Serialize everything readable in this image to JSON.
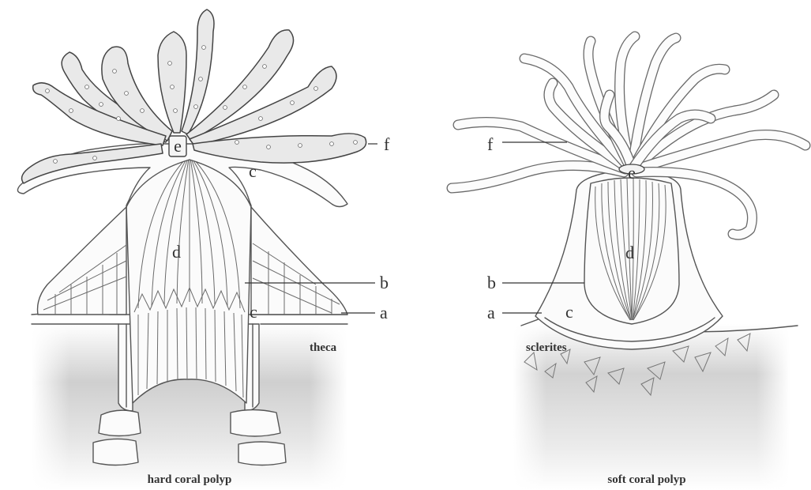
{
  "hard_coral": {
    "caption": "hard coral polyp",
    "labels": {
      "a": "a",
      "b": "b",
      "c_upper": "c",
      "c_lower": "c",
      "d": "d",
      "e": "e",
      "f": "f"
    },
    "theca_label": "theca"
  },
  "soft_coral": {
    "caption": "soft coral polyp",
    "labels": {
      "a": "a",
      "b": "b",
      "c": "c",
      "d": "d",
      "e": "e",
      "f": "f"
    },
    "sclerites_label": "sclerites"
  },
  "colors": {
    "ink": "#444444",
    "shade": "#c8c8c8",
    "tentacle_fill": "#e9e9e9"
  }
}
